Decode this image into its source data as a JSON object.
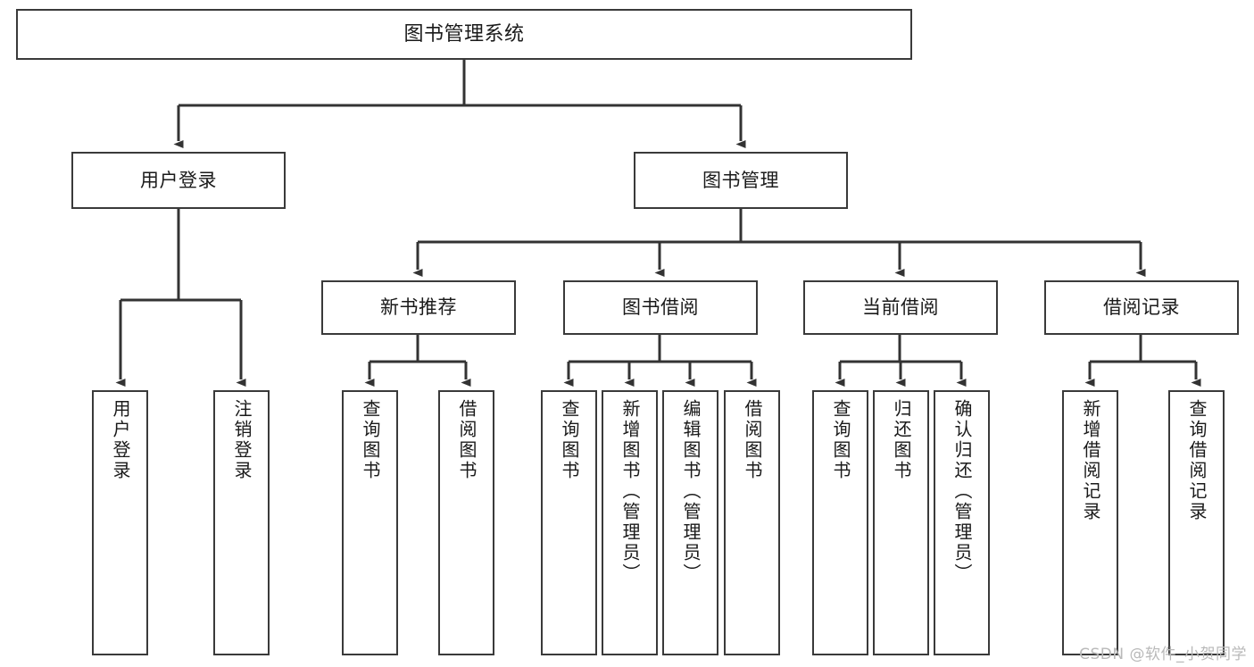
{
  "diagram": {
    "title": "图书管理系统",
    "watermark": "CSDN @软件_小贺同学",
    "colors": {
      "background": "#ffffff",
      "border": "#3a3a3a",
      "text": "#1a1a1a",
      "connector": "#3a3a3a",
      "watermark": "#b9b9b9"
    },
    "root": {
      "label": "图书管理系统"
    },
    "level2": [
      {
        "label": "用户登录"
      },
      {
        "label": "图书管理"
      }
    ],
    "level3": [
      {
        "label": "新书推荐"
      },
      {
        "label": "图书借阅"
      },
      {
        "label": "当前借阅"
      },
      {
        "label": "借阅记录"
      }
    ],
    "leaves": {
      "user_login": [
        {
          "label": "用户登录"
        },
        {
          "label": "注销登录"
        }
      ],
      "new_book_recommend": [
        {
          "label": "查询图书"
        },
        {
          "label": "借阅图书"
        }
      ],
      "book_borrow": [
        {
          "label": "查询图书"
        },
        {
          "label": "新增图书（管理员）"
        },
        {
          "label": "编辑图书（管理员）"
        },
        {
          "label": "借阅图书"
        }
      ],
      "current_borrow": [
        {
          "label": "查询图书"
        },
        {
          "label": "归还图书"
        },
        {
          "label": "确认归还（管理员）"
        }
      ],
      "borrow_record": [
        {
          "label": "新增借阅记录"
        },
        {
          "label": "查询借阅记录"
        }
      ]
    }
  }
}
